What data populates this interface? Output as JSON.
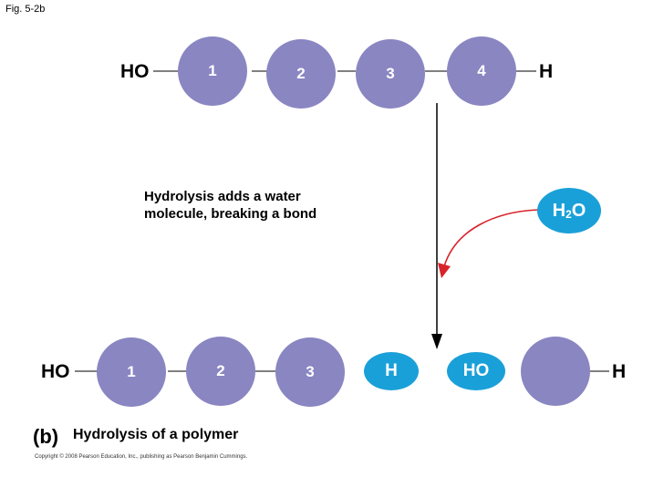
{
  "figure_label": "Fig. 5-2b",
  "top_chain": {
    "left_end": "HO",
    "right_end": "H",
    "monomers": [
      "1",
      "2",
      "3",
      "4"
    ]
  },
  "caption": {
    "line1": "Hydrolysis adds a water",
    "line2": "molecule, breaking a bond"
  },
  "water": {
    "h": "H",
    "sub": "2",
    "o": "O"
  },
  "bottom_chain": {
    "left_end": "HO",
    "right_end": "H",
    "monomers": [
      "1",
      "2",
      "3"
    ],
    "h_group": "H",
    "ho_group": "HO"
  },
  "panel": {
    "letter": "(b)",
    "title": "Hydrolysis of a polymer"
  },
  "copyright": "Copyright © 2008 Pearson Education, Inc., publishing as Pearson Benjamin Cummings.",
  "colors": {
    "monomer": "#8a86c2",
    "water": "#1aa0d8",
    "arrow_red": "#d8232a"
  }
}
